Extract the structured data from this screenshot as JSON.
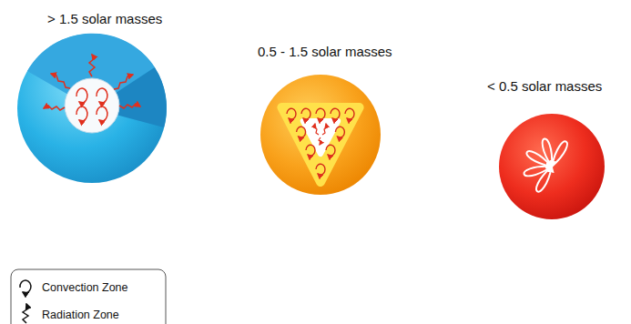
{
  "diagram": {
    "nodes": [
      {
        "text": [
          "> 1.5 solar masses"
        ]
      },
      {
        "text": [
          "0.5 - 1.5 solar masses"
        ]
      },
      {
        "text": [
          "< 0.5 solar masses"
        ]
      }
    ],
    "legend": [
      {
        "text": "Convection Zone"
      },
      {
        "text": "Radiation Zone"
      }
    ]
  }
}
